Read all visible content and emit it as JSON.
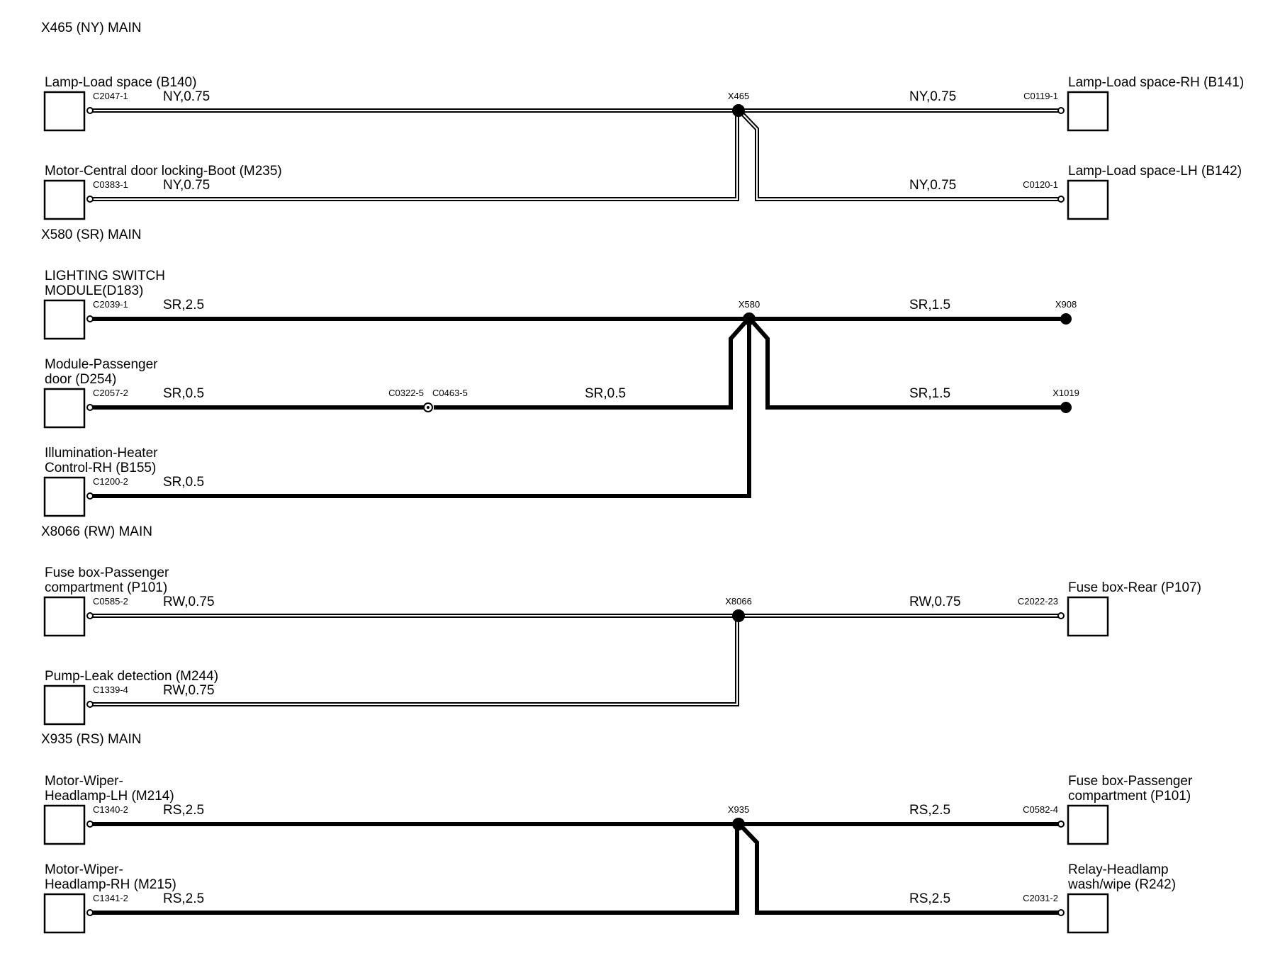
{
  "splices": [
    {
      "title": "X465 (NY) MAIN",
      "id": "X465",
      "wire_style": "double",
      "left": [
        {
          "name_lines": [
            "Lamp-Load space (B140)"
          ],
          "pin": "C2047-1",
          "wire": "NY,0.75"
        },
        {
          "name_lines": [
            "Motor-Central door locking-Boot (M235)"
          ],
          "pin": "C0383-1",
          "wire": "NY,0.75"
        }
      ],
      "right": [
        {
          "name_lines": [
            "Lamp-Load space-RH (B141)"
          ],
          "pin": "C0119-1",
          "wire": "NY,0.75",
          "end": "connector"
        },
        {
          "name_lines": [
            "Lamp-Load space-LH (B142)"
          ],
          "pin": "C0120-1",
          "wire": "NY,0.75",
          "end": "connector"
        }
      ]
    },
    {
      "title": "X580 (SR) MAIN",
      "id": "X580",
      "wire_style": "thick",
      "left": [
        {
          "name_lines": [
            "LIGHTING SWITCH",
            "MODULE(D183)"
          ],
          "pin": "C2039-1",
          "wire": "SR,2.5"
        },
        {
          "name_lines": [
            "Module-Passenger",
            "door (D254)"
          ],
          "pin": "C2057-2",
          "wire": "SR,0.5",
          "inline": {
            "left_pin": "C0322-5",
            "right_pin": "C0463-5",
            "wire": "SR,0.5"
          }
        },
        {
          "name_lines": [
            "Illumination-Heater",
            "Control-RH (B155)"
          ],
          "pin": "C1200-2",
          "wire": "SR,0.5"
        }
      ],
      "right": [
        {
          "name_lines": [],
          "pin": "X908",
          "wire": "SR,1.5",
          "end": "dot"
        },
        {
          "name_lines": [],
          "pin": "X1019",
          "wire": "SR,1.5",
          "end": "dot"
        }
      ]
    },
    {
      "title": "X8066 (RW) MAIN",
      "id": "X8066",
      "wire_style": "double",
      "left": [
        {
          "name_lines": [
            "Fuse box-Passenger",
            "compartment (P101)"
          ],
          "pin": "C0585-2",
          "wire": "RW,0.75"
        },
        {
          "name_lines": [
            "Pump-Leak detection (M244)"
          ],
          "pin": "C1339-4",
          "wire": "RW,0.75"
        }
      ],
      "right": [
        {
          "name_lines": [
            "Fuse box-Rear (P107)"
          ],
          "pin": "C2022-23",
          "wire": "RW,0.75",
          "end": "connector"
        }
      ]
    },
    {
      "title": "X935 (RS) MAIN",
      "id": "X935",
      "wire_style": "thick",
      "left": [
        {
          "name_lines": [
            "Motor-Wiper-",
            "Headlamp-LH (M214)"
          ],
          "pin": "C1340-2",
          "wire": "RS,2.5"
        },
        {
          "name_lines": [
            "Motor-Wiper-",
            "Headlamp-RH (M215)"
          ],
          "pin": "C1341-2",
          "wire": "RS,2.5"
        }
      ],
      "right": [
        {
          "name_lines": [
            "Fuse box-Passenger",
            "compartment (P101)"
          ],
          "pin": "C0582-4",
          "wire": "RS,2.5",
          "end": "connector"
        },
        {
          "name_lines": [
            "Relay-Headlamp",
            "wash/wipe (R242)"
          ],
          "pin": "C2031-2",
          "wire": "RS,2.5",
          "end": "connector"
        }
      ]
    }
  ]
}
